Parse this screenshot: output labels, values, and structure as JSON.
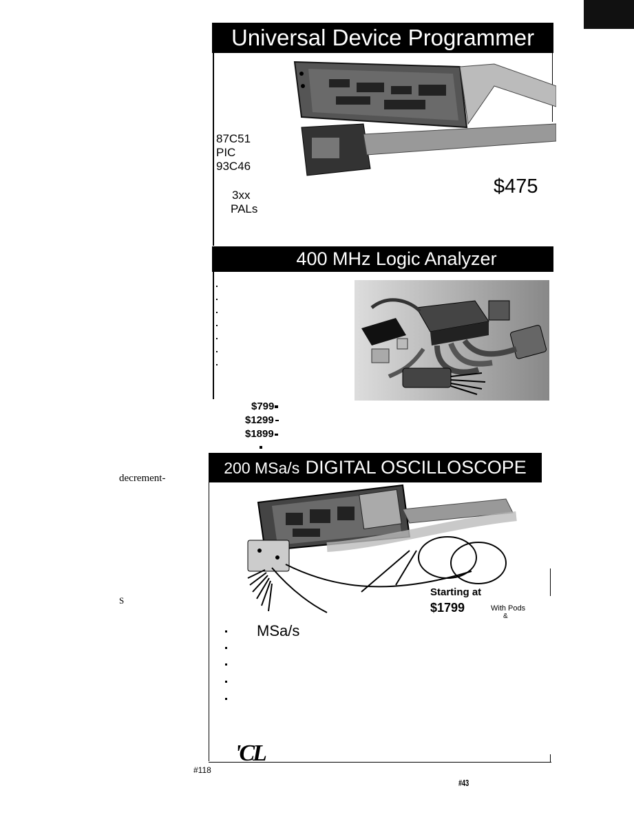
{
  "margin_text": {
    "decrement": "decrement-",
    "s_letter": "S",
    "ref_left": "#118",
    "ref_right": "#43"
  },
  "programmer": {
    "title": "Universal Device Programmer",
    "devices": [
      "87C51",
      "PIC",
      "93C46",
      "3xx",
      "PALs"
    ],
    "price": "$475"
  },
  "logic_analyzer": {
    "title": "400 MHz Logic Analyzer",
    "prices": [
      "$799",
      "$1299",
      "$1899"
    ]
  },
  "oscilloscope": {
    "title_part1": "200 MSa/s",
    "title_part2": "DIGITAL OSCILLOSCOPE",
    "starting_label": "Starting at",
    "price": "$1799",
    "with_pods": "With Pods",
    "ampersand": "&",
    "msas": "MSa/s"
  },
  "logo_glyph": "'CL"
}
